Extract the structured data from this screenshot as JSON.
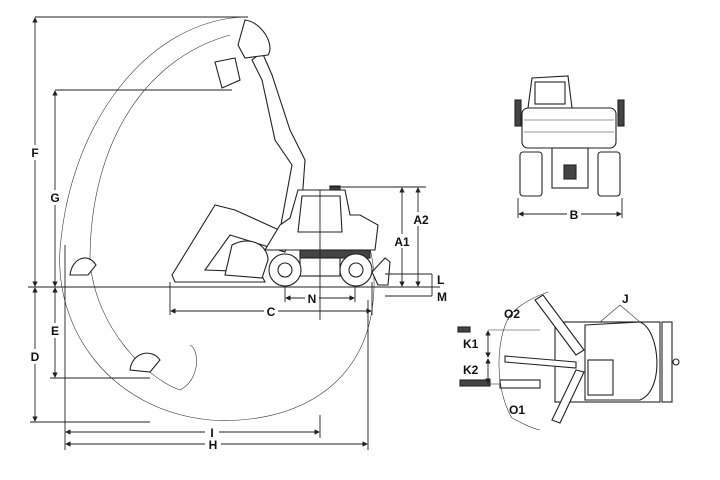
{
  "diagram": {
    "title": "Wheeled excavator dimensions",
    "side_view_labels": {
      "F": "F",
      "G": "G",
      "E": "E",
      "D": "D",
      "A1": "A1",
      "A2": "A2",
      "L": "L",
      "M": "M",
      "N": "N",
      "C": "C",
      "I": "I",
      "H": "H"
    },
    "front_view_labels": {
      "B": "B"
    },
    "top_view_labels": {
      "O2": "O2",
      "K1": "K1",
      "K2": "K2",
      "O1": "O1",
      "J": "J"
    },
    "colors": {
      "line": "#222222",
      "background": "#ffffff"
    }
  }
}
